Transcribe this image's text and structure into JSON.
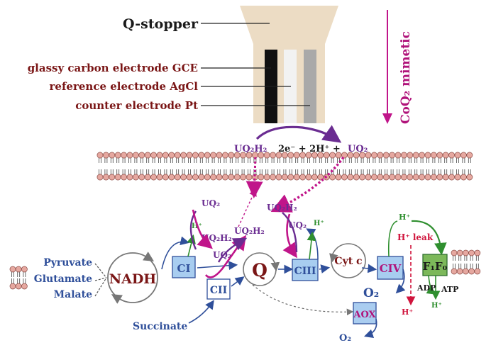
{
  "electrode": {
    "q_stopper": "Q-stopper",
    "gce": "glassy carbon electrode GCE",
    "reference": "reference electrode AgCl",
    "counter": "counter electrode Pt",
    "mimetic": "CoQ₂ mimetic"
  },
  "membrane": {
    "reduced": "UQ₂H₂",
    "reaction": "2e⁻ + 2H⁺ +",
    "oxidized": "UQ₂"
  },
  "substrates": {
    "pyruvate": "Pyruvate",
    "glutamate": "Glutamate",
    "malate": "Malate",
    "succinate": "Succinate"
  },
  "nodes": {
    "nadh": "NADH",
    "ci": "CI",
    "cii": "CII",
    "q": "Q",
    "ciii": "CIII",
    "cytc": "Cyt c",
    "civ": "CIV",
    "f1f0": "F₁F₀",
    "aox": "AOX"
  },
  "labels": {
    "uq2": "UQ₂",
    "uq2h2": "UQ₂H₂",
    "hplus": "H⁺",
    "hleak": "H⁺ leak",
    "o2": "O₂",
    "adp": "ADP",
    "atp": "ATP"
  },
  "colors": {
    "complex_fill": "#a8cdf0",
    "f1f0_fill": "#7cb85a",
    "aox_fill": "#aacdf0",
    "lipid_head": "#e6a8a0"
  }
}
